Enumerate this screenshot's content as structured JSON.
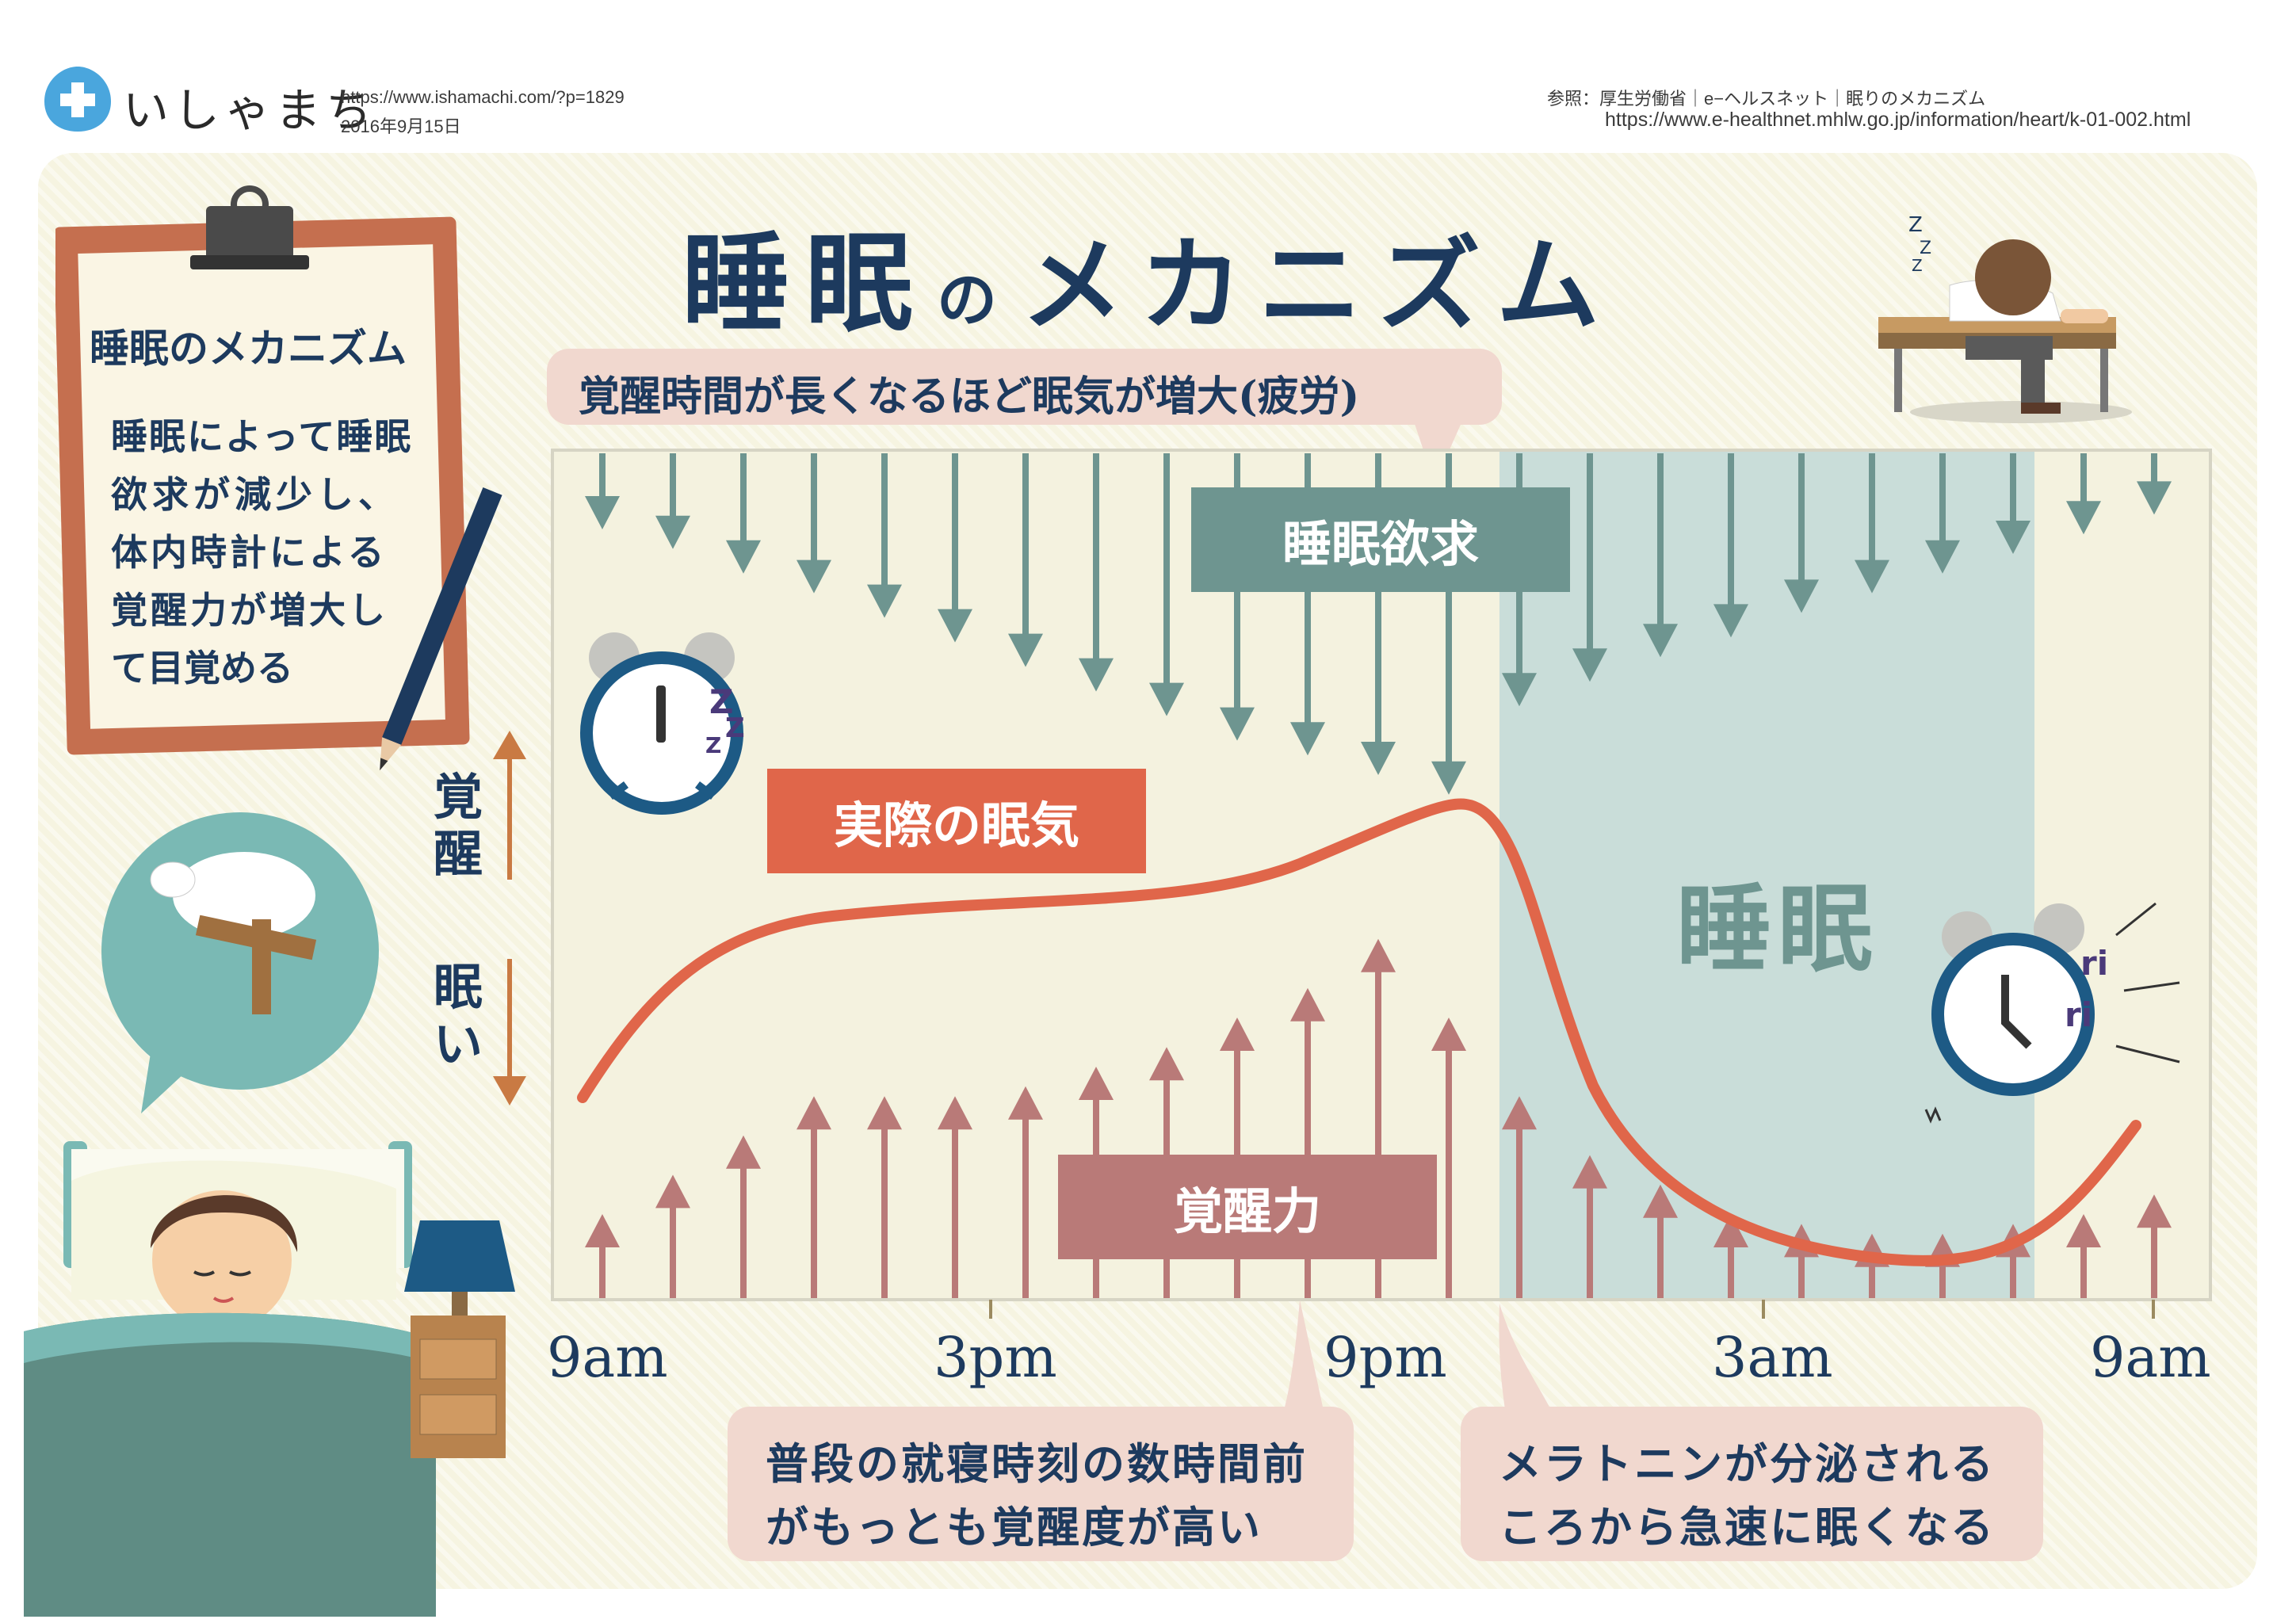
{
  "header": {
    "brand": "いしゃまち",
    "url": "https://www.ishamachi.com/?p=1829",
    "date": "2016年9月15日",
    "reference": "参照：厚生労働省｜e−ヘルスネット｜眠りのメカニズム",
    "reference_url": "https://www.e-healthnet.mhlw.go.jp/information/heart/k-01-002.html"
  },
  "title": {
    "main1": "睡眠",
    "no": "の",
    "main2": "メカニズム"
  },
  "clipboard": {
    "heading": "睡眠のメカニズム",
    "lines": [
      "睡眠によって睡眠",
      "欲求が減少し、",
      "体内時計による",
      "覚醒力が増大し",
      "て目覚める"
    ]
  },
  "bubbles": {
    "top": "覚醒時間が長くなるほど眠気が増大(疲労)",
    "bottom_left": [
      "普段の就寝時刻の数時間前",
      "がもっとも覚醒度が高い"
    ],
    "bottom_right": [
      "メラトニンが分泌される",
      "ころから急速に眠くなる"
    ]
  },
  "labels": {
    "sleep_need": "睡眠欲求",
    "actual_sleepiness": "実際の眠気",
    "wake_force": "覚醒力",
    "sleep_zone": "睡眠",
    "awake_axis": "覚醒",
    "sleepy_axis": "眠い",
    "alarm_sound": "ri ri"
  },
  "time_labels": [
    "9am",
    "3pm",
    "9pm",
    "3am",
    "9am"
  ],
  "colors": {
    "navy": "#1d3a5e",
    "sleep_need": "#6e9590",
    "sleepiness": "#e0664a",
    "wake_force": "#b97a78",
    "sleep_zone": "#c9ddd9",
    "axis_arrow": "#c97a43",
    "bubble": "#f1d8cf"
  },
  "chart_data": {
    "type": "line",
    "x_labels": [
      "9am",
      "3pm",
      "9pm",
      "3am",
      "9am"
    ],
    "series": [
      {
        "name": "実際の眠気",
        "shape": "rises through the day, peaks just before sleep onset, then falls sharply and recovers near morning"
      },
      {
        "name": "睡眠欲求",
        "direction": "down",
        "relative_lengths": [
          1,
          1.4,
          1.9,
          2.3,
          2.8,
          3.3,
          3.8,
          4.3,
          4.8,
          5.3,
          5.6,
          6.0,
          6.4,
          4.6,
          4.1,
          3.6,
          3.2,
          2.7,
          2.3,
          1.9,
          1.5,
          1.1,
          0.7
        ]
      },
      {
        "name": "覚醒力",
        "direction": "up",
        "relative_lengths": [
          1,
          1.8,
          2.6,
          3.4,
          3.4,
          3.4,
          3.6,
          4.0,
          4.4,
          5.0,
          5.6,
          6.6,
          5.0,
          3.4,
          2.2,
          1.6,
          1.0,
          0.8,
          0.6,
          0.6,
          0.8,
          1.0,
          1.4
        ]
      }
    ],
    "sleep_period": "approx. 11pm to 7am"
  }
}
